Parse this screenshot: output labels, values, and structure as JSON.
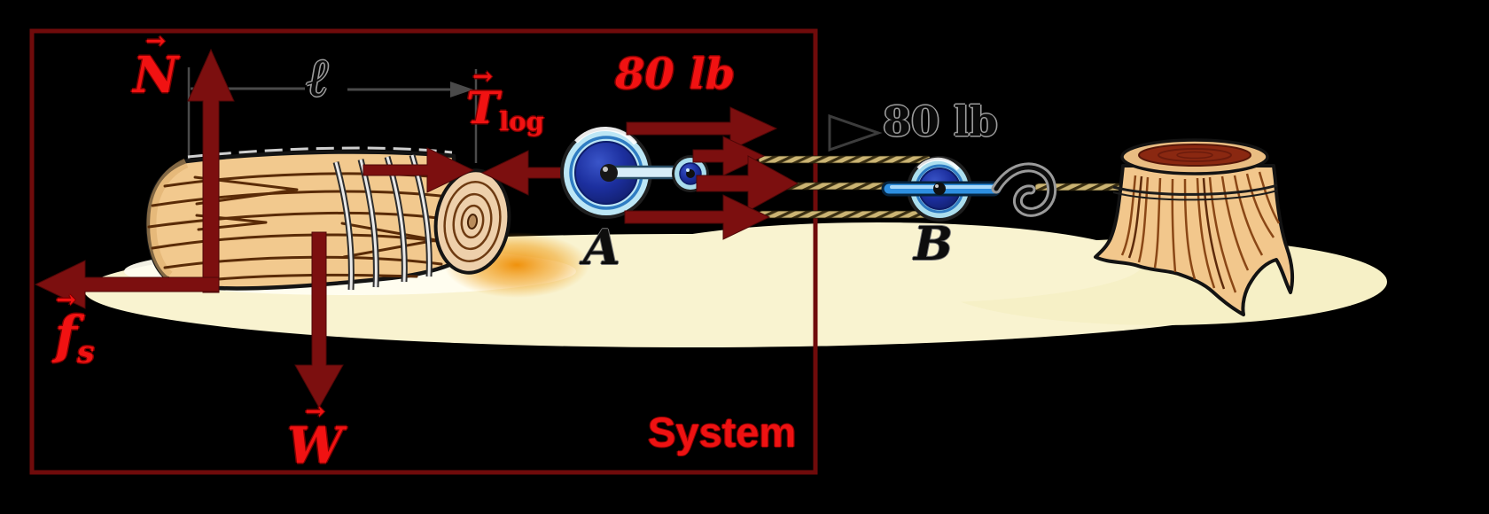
{
  "diagram": {
    "system_box_label": "System",
    "length_symbol": "ℓ",
    "pulley_labels": {
      "a": "A",
      "b": "B"
    },
    "force_80lb_red": "80 lb",
    "force_80lb_black": "80 lb",
    "forces": {
      "normal": {
        "vector_mark": "→",
        "symbol": "N"
      },
      "friction": {
        "vector_mark": "→",
        "symbol": "f",
        "subscript": "s"
      },
      "weight": {
        "vector_mark": "→",
        "symbol": "W"
      },
      "tension_log": {
        "vector_mark": "→",
        "symbol": "T",
        "subscript": "log"
      }
    },
    "colors": {
      "background": "#000000",
      "system_box_border": "#6f0b0b",
      "force_arrow_dark_red": "#7c0f0f",
      "force_label_red": "#f11212",
      "system_label_red": "#ee1212",
      "sand": "#f9f3d0",
      "wood_body": "#f2c98e",
      "pulley_disc_navy": "#1c2f9e",
      "pulley_ring_light_blue": "#bce6f5",
      "rope_tan": "#cbb473"
    }
  }
}
